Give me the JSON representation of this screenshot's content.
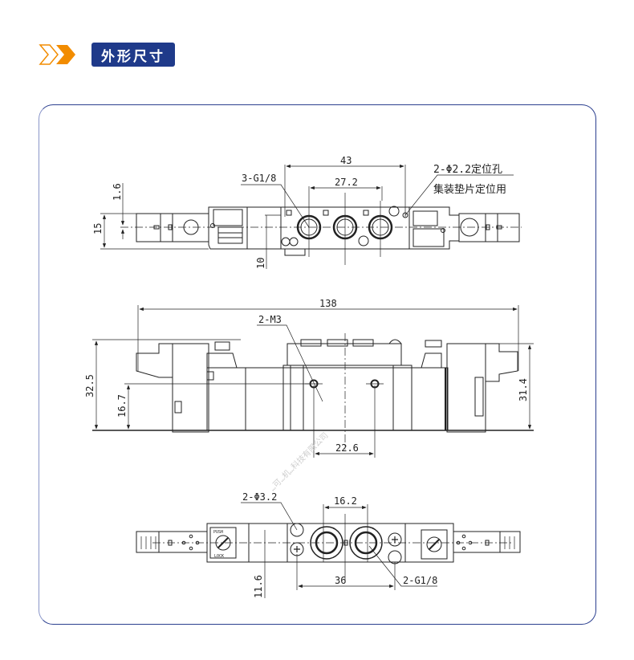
{
  "header": {
    "title": "外形尺寸",
    "icon": "double-chevron-right-icon",
    "colors": {
      "chevron_outline": "#f28c00",
      "chevron_fill": "#f28c00",
      "badge_bg": "#1f3a8a",
      "badge_text": "#ffffff",
      "panel_border": "#2b3f8f"
    }
  },
  "top_view": {
    "dims": {
      "d43": "43",
      "d27_2": "27.2",
      "d1_6": "1.6",
      "d15": "15",
      "d10": "10"
    },
    "callouts": {
      "ports": "3-G1/8",
      "holes_line1": "2-Φ2.2定位孔",
      "holes_line2": "集装垫片定位用"
    }
  },
  "side_view": {
    "dims": {
      "d138": "138",
      "d32_5": "32.5",
      "d16_7": "16.7",
      "d31_4": "31.4",
      "d22_6": "22.6"
    },
    "callouts": {
      "thread": "2-M3"
    }
  },
  "bottom_view": {
    "dims": {
      "d16_2": "16.2",
      "d36": "36",
      "d11_6": "11.6"
    },
    "callouts": {
      "holes": "2-Φ3.2",
      "ports": "2-G1/8"
    },
    "labels": {
      "push": "PUSH",
      "lock": "LOCK"
    }
  },
  "watermark": "…可…机…科技有限公司"
}
